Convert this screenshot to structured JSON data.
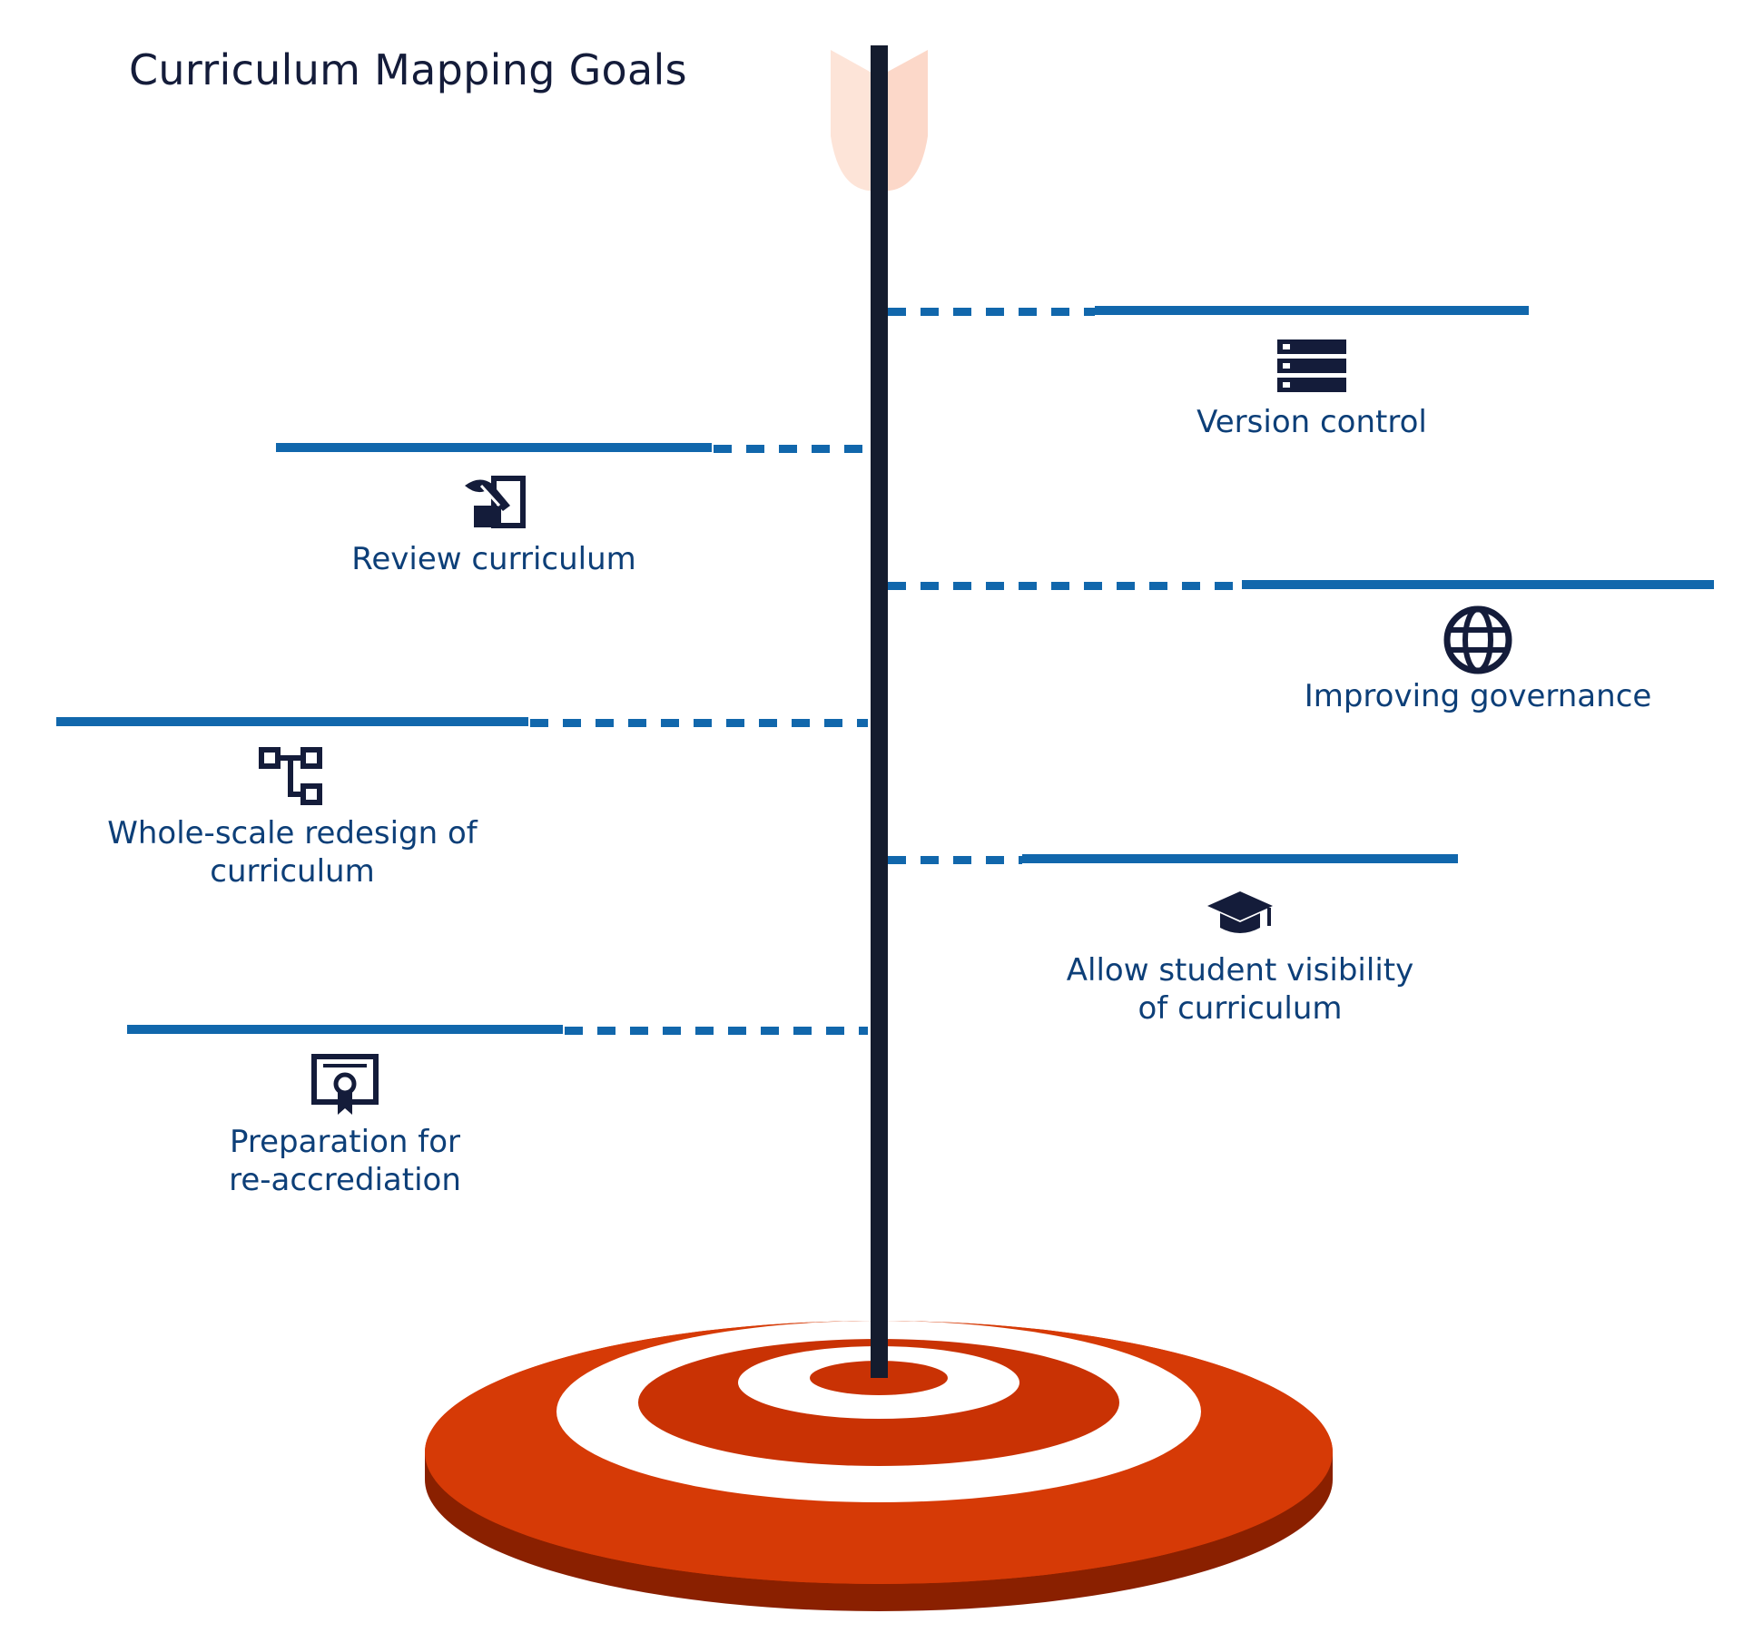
{
  "title": "Curriculum Mapping Goals",
  "colors": {
    "accent": "#1167ac",
    "label": "#0d3f78",
    "pole": "#141c2e",
    "target_red": "#d23c08",
    "target_dark": "#8a2000",
    "feather": "#fde4d8"
  },
  "goals": [
    {
      "id": "version",
      "label": "Version control",
      "icon": "server-icon",
      "side": "right"
    },
    {
      "id": "review",
      "label": "Review curriculum",
      "icon": "edit-document-icon",
      "side": "left"
    },
    {
      "id": "governance",
      "label": "Improving governance",
      "icon": "globe-icon",
      "side": "right"
    },
    {
      "id": "redesign",
      "label": "Whole-scale redesign of\ncurriculum",
      "icon": "hierarchy-icon",
      "side": "left"
    },
    {
      "id": "visibility",
      "label": "Allow student visibility\nof curriculum",
      "icon": "graduation-cap-icon",
      "side": "right"
    },
    {
      "id": "accreditation",
      "label": "Preparation for\nre-accrediation",
      "icon": "certificate-icon",
      "side": "left"
    }
  ]
}
